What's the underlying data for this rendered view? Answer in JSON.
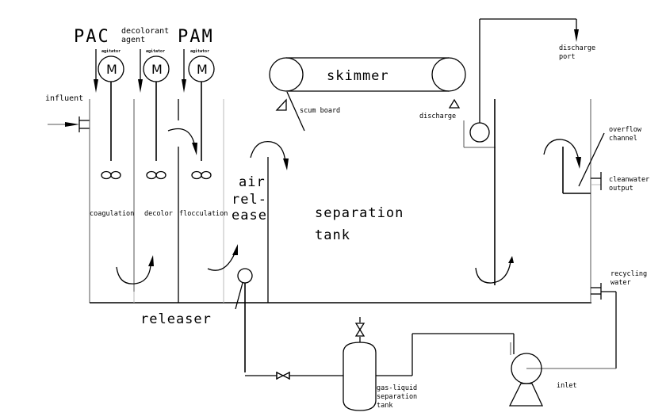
{
  "diagram": {
    "title": "Dissolved air flotation water treatment process",
    "dosing": {
      "chemicals": [
        "PAC",
        "decolorant agent",
        "PAM"
      ],
      "motor_symbol": "M",
      "agitator_label": "agitator"
    },
    "labels": {
      "influent": "influent",
      "coagulation": "coagulation",
      "decolor": "decolor",
      "flocculation": "flocculation",
      "air_release_1": "air",
      "air_release_2": "rel-",
      "air_release_3": "ease",
      "skimmer": "skimmer",
      "scum_board": "scum board",
      "discharge": "discharge",
      "discharge_port_1": "discharge",
      "discharge_port_2": "port",
      "separation_tank_1": "separation",
      "separation_tank_2": "tank",
      "overflow_channel_1": "overflow",
      "overflow_channel_2": "channel",
      "cleanwater_output_1": "cleanwater",
      "cleanwater_output_2": "output",
      "recycling_water_1": "recycling",
      "recycling_water_2": "water",
      "releaser": "releaser",
      "gas_liquid_1": "gas-liquid",
      "gas_liquid_2": "separation",
      "gas_liquid_3": "tank",
      "inlet": "inlet"
    }
  }
}
